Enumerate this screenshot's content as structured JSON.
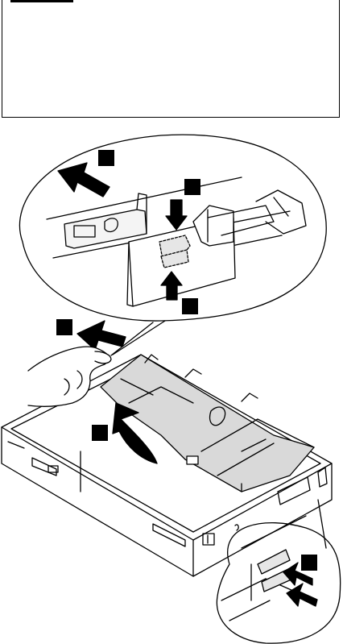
{
  "note": {
    "heading": "",
    "body": ""
  },
  "callouts": [
    {
      "id": "1",
      "text": ""
    },
    {
      "id": "2",
      "text": ""
    },
    {
      "id": "3",
      "text": ""
    },
    {
      "id": "4",
      "text": ""
    },
    {
      "id": "5",
      "text": ""
    },
    {
      "id": "6",
      "text": ""
    }
  ],
  "colors": {
    "line": "#000000",
    "board_fill": "#d9d9d9",
    "background": "#ffffff"
  }
}
